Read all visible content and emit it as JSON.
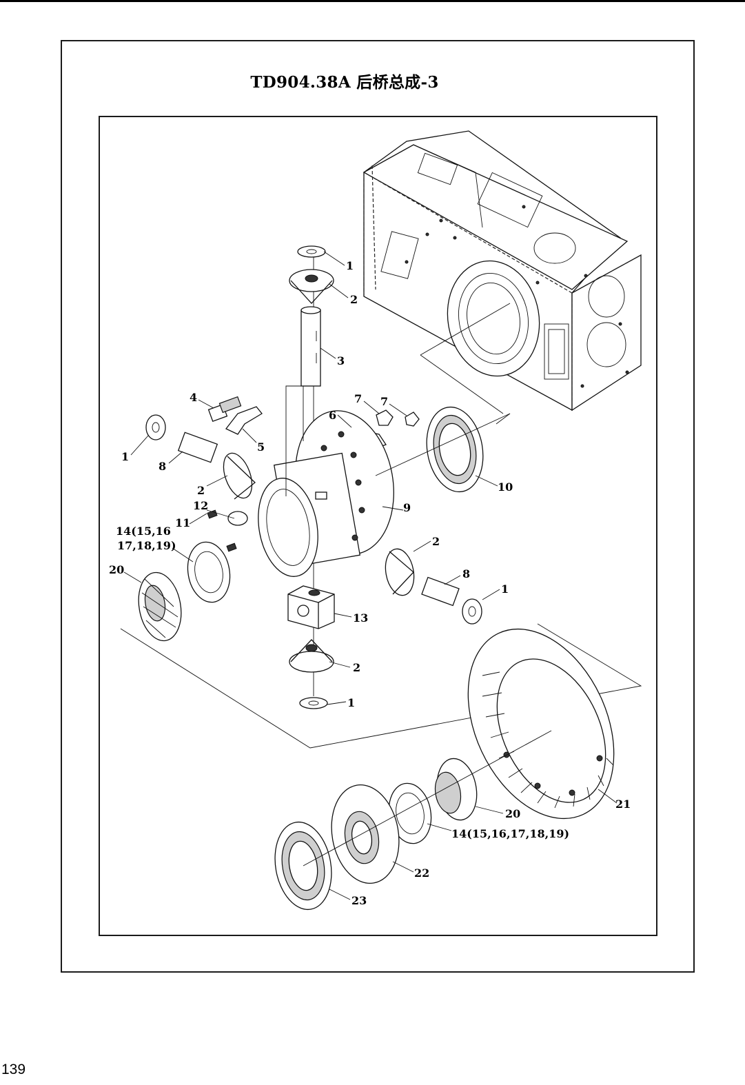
{
  "title": "TD904.38A  后桥总成-3",
  "page_number": "139",
  "callouts": {
    "c1a": "1",
    "c2a": "2",
    "c3": "3",
    "c4": "4",
    "c5": "5",
    "c6": "6",
    "c7a": "7",
    "c7b": "7",
    "c1b": "1",
    "c8a": "8",
    "c2b": "2",
    "c10": "10",
    "c9": "9",
    "c12": "12",
    "c11": "11",
    "c14a_l1": "14(15,16",
    "c14a_l2": "17,18,19)",
    "c20a": "20",
    "c2c": "2",
    "c8b": "8",
    "c1c": "1",
    "c13": "13",
    "c2d": "2",
    "c1d": "1",
    "c21": "21",
    "c20b": "20",
    "c14b": "14(15,16,17,18,19)",
    "c22": "22",
    "c23": "23"
  }
}
